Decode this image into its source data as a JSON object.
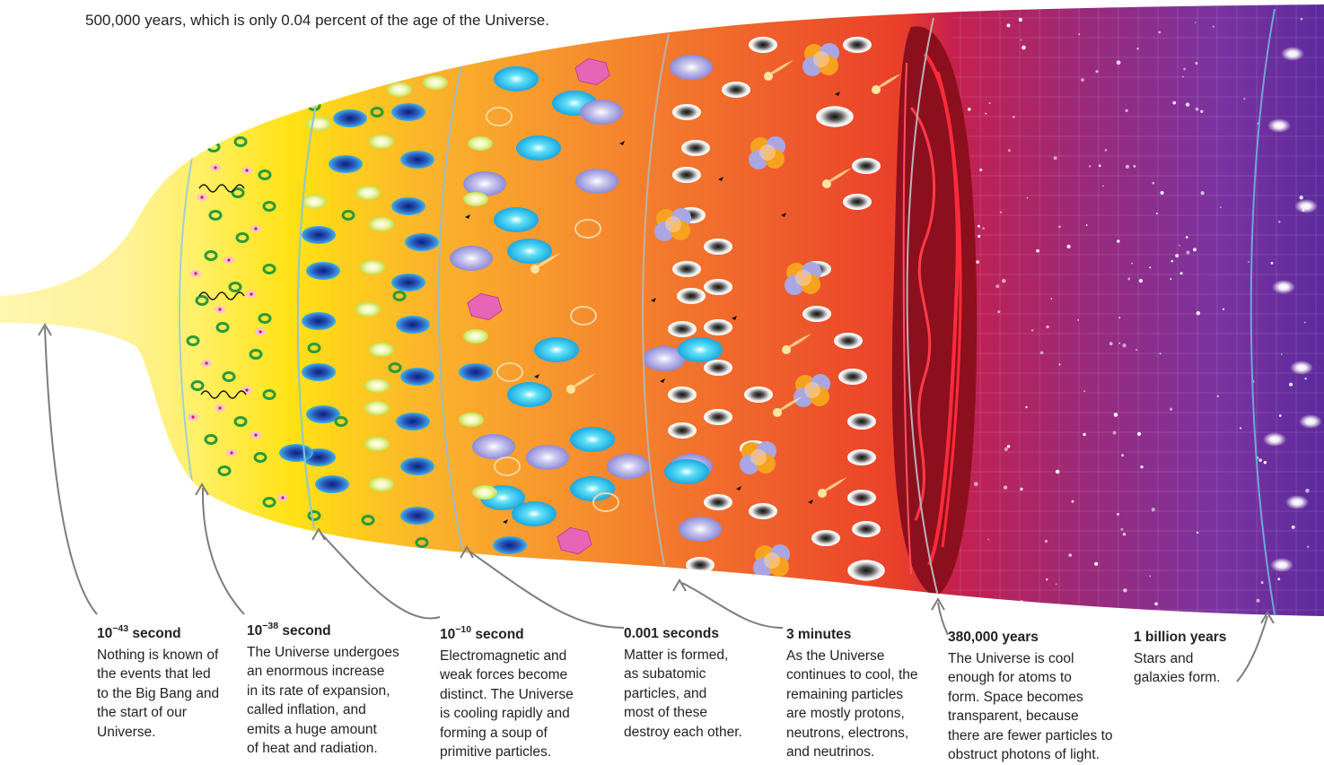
{
  "intro": {
    "line1": "",
    "line2": "500,000 years, which is only 0.04 percent of the age of the Universe."
  },
  "colors": {
    "early": "#fff6a8",
    "inflation": "#ffe21a",
    "orange": "#f79a2c",
    "red": "#ec3b2a",
    "purple": "#7a2f9a",
    "pointer": "#7d7d7d"
  },
  "stages": [
    {
      "base": "10",
      "exp": "−43",
      "unit": " second",
      "text": "Nothing is known of\nthe events that led\nto the Big Bang and\nthe start of our\nUniverse."
    },
    {
      "base": "10",
      "exp": "−38",
      "unit": " second",
      "text": "The Universe undergoes\nan enormous increase\nin its rate of expansion,\ncalled inflation, and\nemits a huge amount\nof heat and radiation."
    },
    {
      "base": "10",
      "exp": "−10",
      "unit": " second",
      "text": "Electromagnetic and\nweak forces become\ndistinct. The Universe\nis cooling rapidly and\nforming a soup of\nprimitive particles."
    },
    {
      "base": "0.001 seconds",
      "exp": "",
      "unit": "",
      "text": "Matter is formed,\nas subatomic\nparticles, and\nmost of these\ndestroy each other."
    },
    {
      "base": "3 minutes",
      "exp": "",
      "unit": "",
      "text": "As the Universe\ncontinues to cool, the\nremaining particles\nare mostly protons,\nneutrons, electrons,\nand neutrinos."
    },
    {
      "base": "380,000 years",
      "exp": "",
      "unit": "",
      "text": "The Universe is cool\nenough for atoms to\nform. Space becomes\ntransparent, because\nthere are fewer particles to\nobstruct photons of light."
    },
    {
      "base": "1 billion years",
      "exp": "",
      "unit": "",
      "text": "Stars and\ngalaxies form."
    }
  ]
}
